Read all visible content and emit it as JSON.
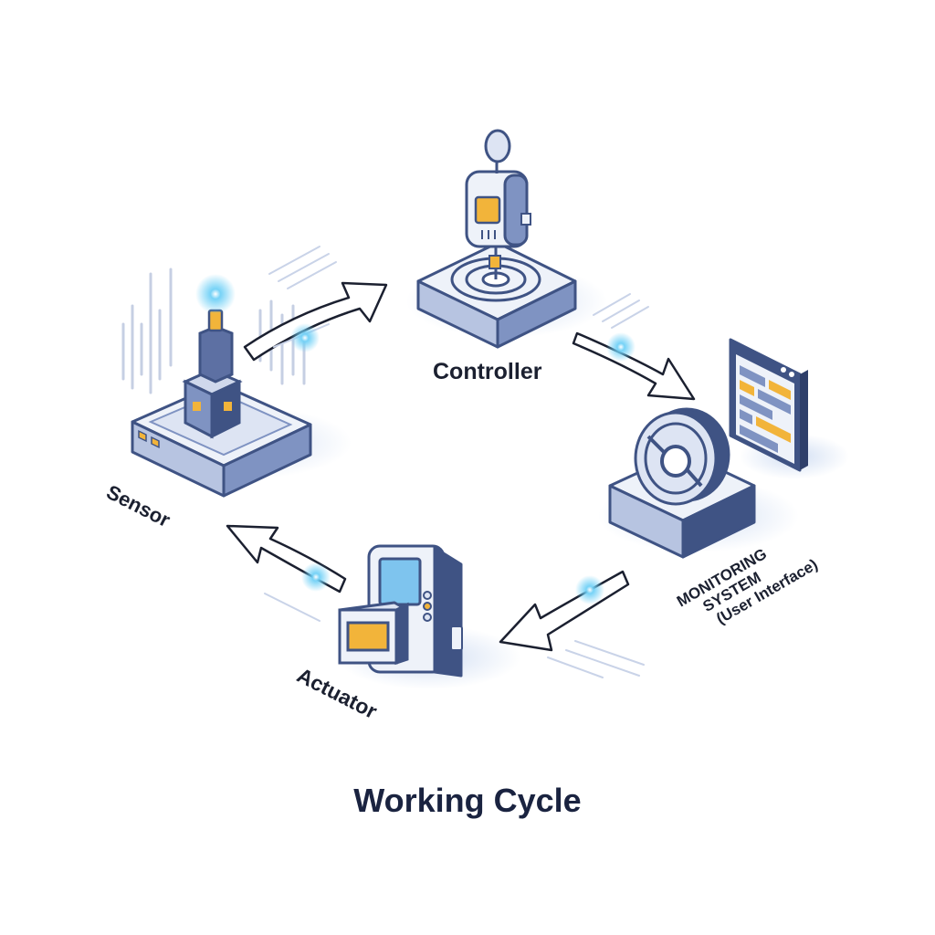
{
  "labels": {
    "controller": "Controller",
    "sensor": "Sensor",
    "actuator": "Actuator",
    "monitoring_line1": "MONITORING",
    "monitoring_line2": "SYSTEM",
    "monitoring_line3": "(User Interface)"
  },
  "title": "Working Cycle",
  "colors": {
    "device_dark": "#3f5384",
    "device_mid": "#7f93c2",
    "device_light": "#dde4f3",
    "accent_orange": "#f2b43a",
    "screen_blue": "#7ec4ee",
    "glow": "#5cc6f2",
    "arrow": "#1b2030"
  },
  "icons": [
    "sensor-device-icon",
    "controller-device-icon",
    "monitoring-wheel-icon",
    "monitoring-screen-icon",
    "actuator-device-icon"
  ]
}
